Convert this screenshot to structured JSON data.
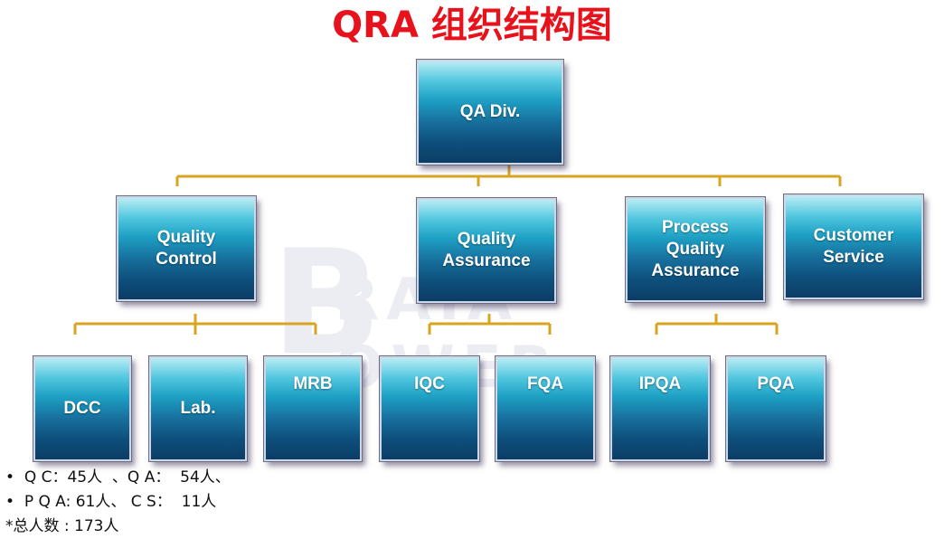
{
  "title": "QRA 组织结构图",
  "watermark": {
    "letter": "B",
    "line1": "RAIA",
    "line2": "OWER"
  },
  "nodes": {
    "qa_div": "QA Div.",
    "quality_control": "Quality\nControl",
    "quality_assurance": "Quality\nAssurance",
    "process_quality_assurance": "Process\nQuality\nAssurance",
    "customer_service": "Customer\nService",
    "dcc": "DCC",
    "lab": "Lab.",
    "mrb": "MRB",
    "iqc": "IQC",
    "fqa": "FQA",
    "ipqa": "IPQA",
    "pqa": "PQA"
  },
  "notes": [
    {
      "bullet": "•",
      "text": "  Q C：45人  、Q A：  54人、"
    },
    {
      "bullet": "•",
      "text": "  P Q A: 61人、 C S：  11人"
    },
    {
      "bullet": "*",
      "text": "总人数 : 173人"
    }
  ],
  "colors": {
    "title": "#e8121c",
    "connector": "#d9a521",
    "box_top": "#4fc6de",
    "box_bottom": "#0b3d66"
  }
}
